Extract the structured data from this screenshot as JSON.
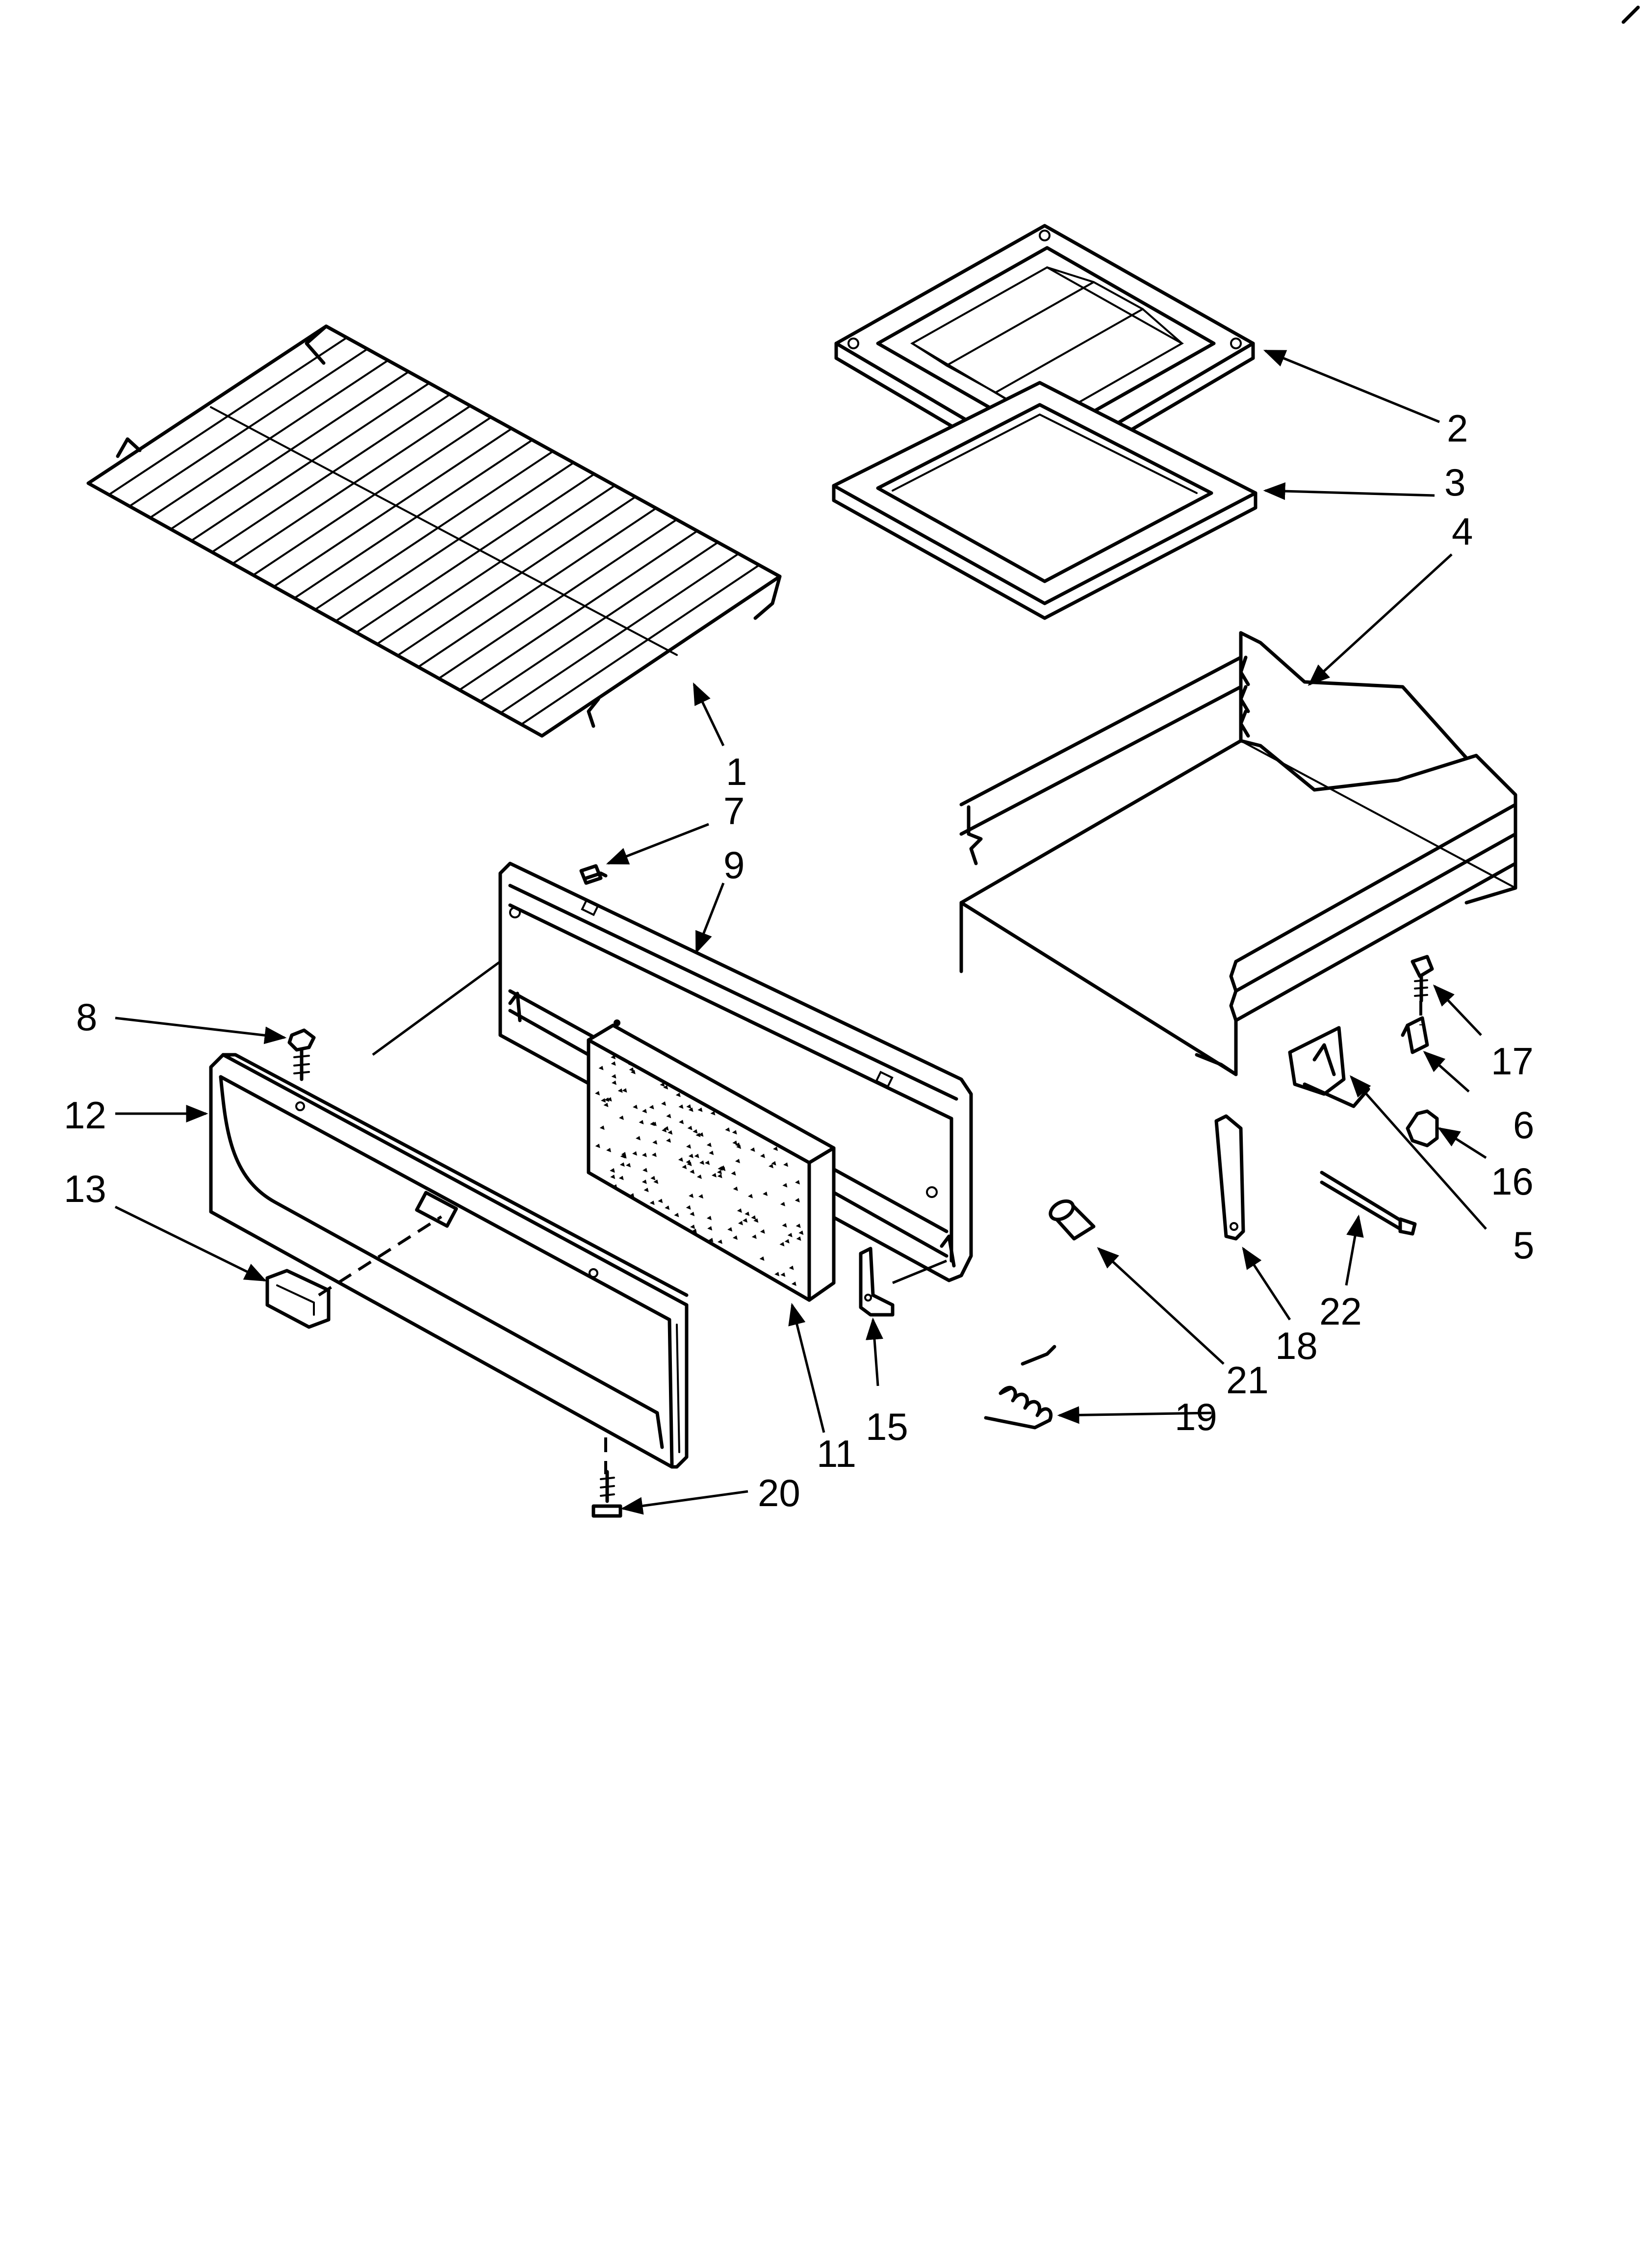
{
  "callouts": {
    "c1": "1",
    "c2": "2",
    "c3": "3",
    "c4": "4",
    "c5": "5",
    "c6": "6",
    "c7": "7",
    "c8": "8",
    "c9": "9",
    "c11": "11",
    "c12": "12",
    "c13": "13",
    "c15": "15",
    "c16": "16",
    "c17": "17",
    "c18": "18",
    "c19": "19",
    "c20": "20",
    "c21": "21",
    "c22": "22"
  },
  "parts": {
    "rack": "oven-rack",
    "broiler_grid": "broiler-pan-insert",
    "broiler_pan": "broiler-pan",
    "drawer_body": "drawer-body",
    "drawer_panel": "drawer-front-panel",
    "drawer_front": "drawer-front",
    "insulation": "insulation-block",
    "handle": "handle-insert"
  }
}
